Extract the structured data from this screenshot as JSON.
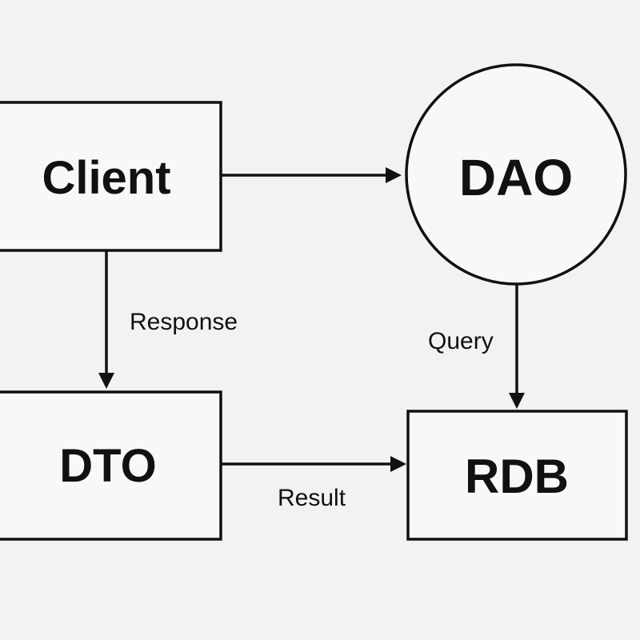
{
  "diagram": {
    "nodes": {
      "client": {
        "label": "Client",
        "shape": "rectangle"
      },
      "dao": {
        "label": "DAO",
        "shape": "circle"
      },
      "dto": {
        "label": "DTO",
        "shape": "rectangle"
      },
      "rdb": {
        "label": "RDB",
        "shape": "rectangle"
      }
    },
    "edges": {
      "client_to_dao": {
        "from": "Client",
        "to": "DAO",
        "label": ""
      },
      "client_to_dto": {
        "from": "Client",
        "to": "DTO",
        "label": "Response"
      },
      "dao_to_rdb": {
        "from": "DAO",
        "to": "RDB",
        "label": "Query"
      },
      "dto_to_rdb": {
        "from": "DTO",
        "to": "RDB",
        "label": "Result"
      }
    },
    "colors": {
      "background": "#f2f2f2",
      "stroke": "#111111",
      "fill": "#f8f8f8"
    }
  }
}
